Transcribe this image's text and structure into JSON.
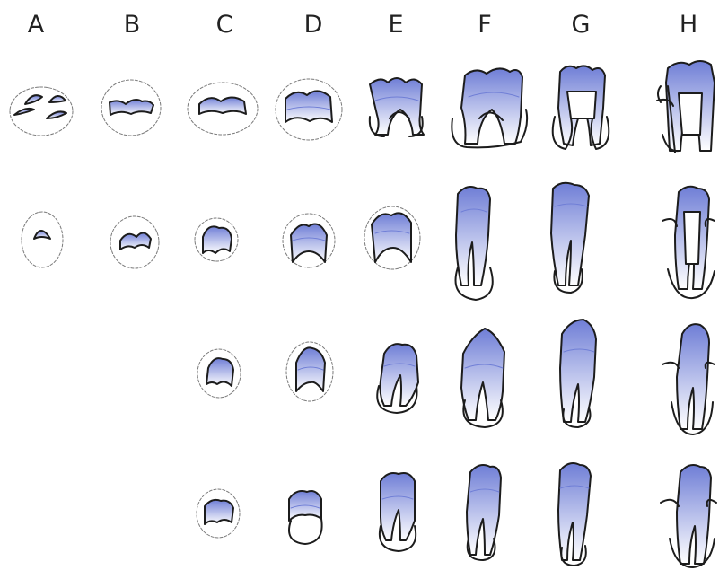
{
  "columns": [
    "A",
    "B",
    "C",
    "D",
    "E",
    "F",
    "G",
    "H"
  ],
  "colors": {
    "enamel_top": "#6f7ed6",
    "enamel_bottom": "#ffffff",
    "outline": "#1c1c1c",
    "crypt_dash": "#7a7a7a",
    "label": "#222222"
  }
}
